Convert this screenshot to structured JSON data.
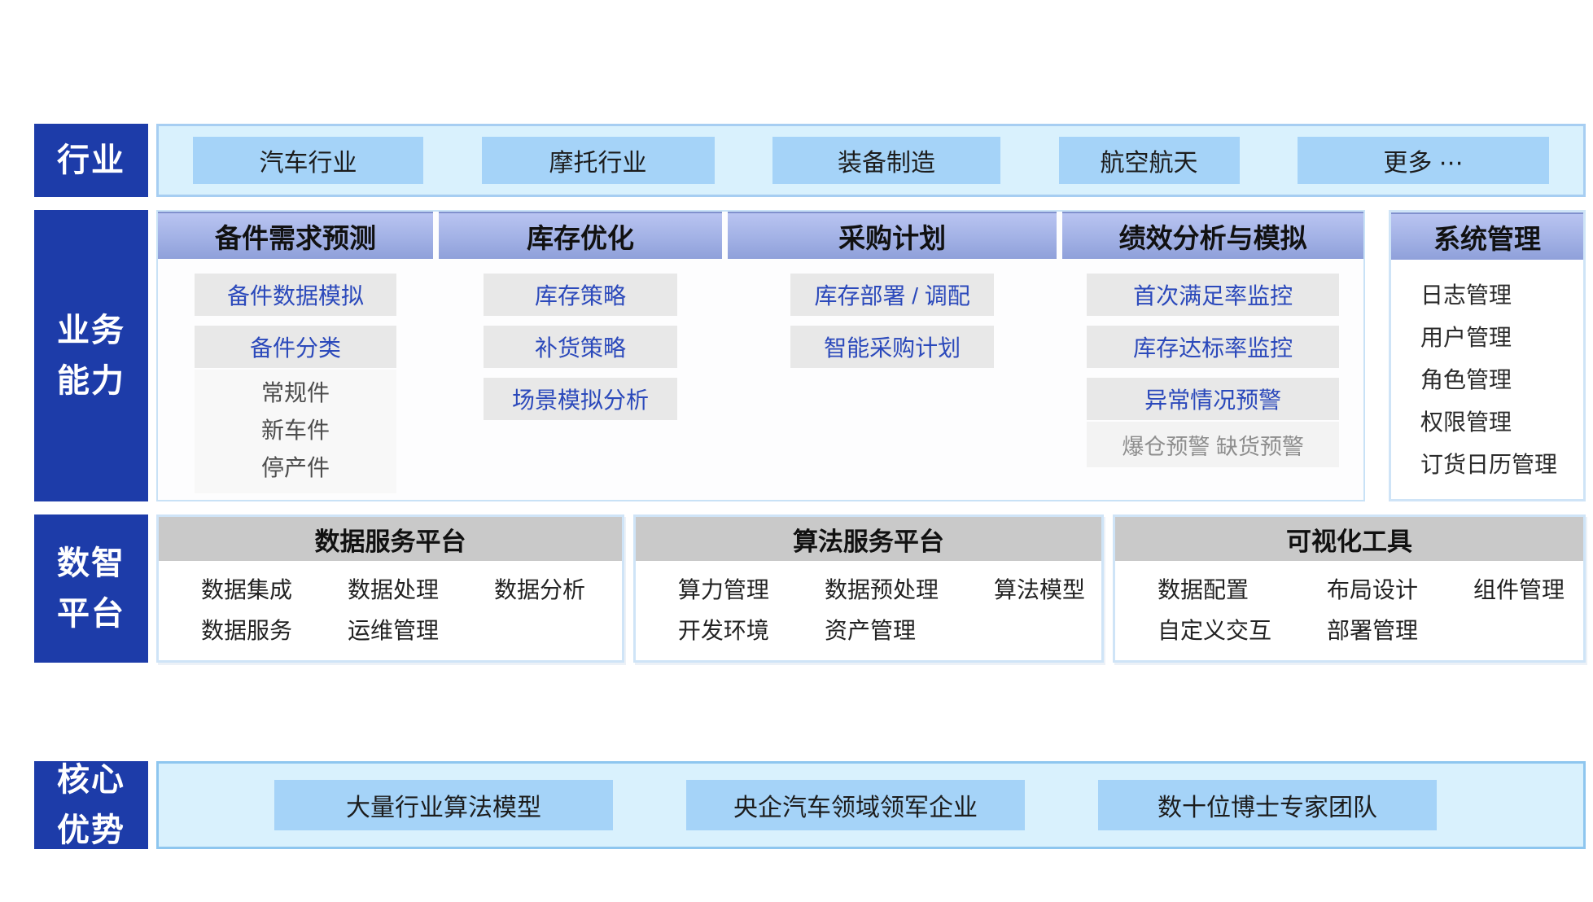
{
  "palette": {
    "rail_blue": "#1d3ca9",
    "band_fill": "#d9f1fd",
    "band_border_top": "#a7cef2",
    "band_border_bottom": "#8ec6ef",
    "chip_blue": "#a5d3f8",
    "header_gradient_from": "#b9c4f1",
    "header_gradient_to": "#8fa0da",
    "item_gray": "#e8e8e8",
    "item_text_blue": "#2b49bb",
    "card_border": "#cfe4f7",
    "platform_header_gray": "#c9c9c9"
  },
  "rail": {
    "industry": [
      "行业"
    ],
    "capability": [
      "业务",
      "能力"
    ],
    "platform": [
      "数智",
      "平台"
    ],
    "advantage": [
      "核心",
      "优势"
    ]
  },
  "industries": [
    "汽车行业",
    "摩托行业",
    "装备制造",
    "航空航天",
    "更多 ⋯"
  ],
  "capabilities": {
    "columns": [
      {
        "title": "备件需求预测",
        "items": [
          "备件数据模拟",
          "备件分类"
        ],
        "sub_items": [
          "常规件",
          "新车件",
          "停产件"
        ]
      },
      {
        "title": "库存优化",
        "items": [
          "库存策略",
          "补货策略",
          "场景模拟分析"
        ]
      },
      {
        "title": "采购计划",
        "items": [
          "库存部署 / 调配",
          "智能采购计划"
        ]
      },
      {
        "title": "绩效分析与模拟",
        "items": [
          "首次满足率监控",
          "库存达标率监控",
          "异常情况预警"
        ],
        "muted_item": "爆仓预警 缺货预警"
      }
    ],
    "system": {
      "title": "系统管理",
      "items": [
        "日志管理",
        "用户管理",
        "角色管理",
        "权限管理",
        "订货日历管理"
      ]
    }
  },
  "platforms": [
    {
      "title": "数据服务平台",
      "items": [
        "数据集成",
        "数据处理",
        "数据分析",
        "数据服务",
        "运维管理"
      ]
    },
    {
      "title": "算法服务平台",
      "items": [
        "算力管理",
        "数据预处理",
        "算法模型",
        "开发环境",
        "资产管理"
      ]
    },
    {
      "title": "可视化工具",
      "items": [
        "数据配置",
        "布局设计",
        "组件管理",
        "自定义交互",
        "部署管理"
      ]
    }
  ],
  "advantages": [
    "大量行业算法模型",
    "央企汽车领域领军企业",
    "数十位博士专家团队"
  ]
}
